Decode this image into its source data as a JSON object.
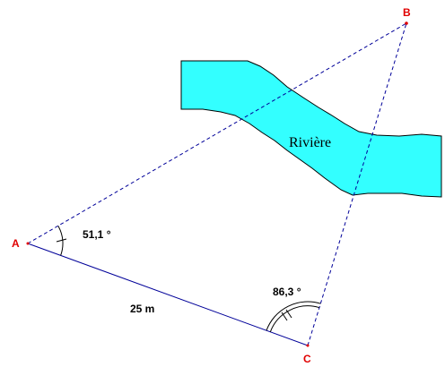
{
  "points": {
    "a": "A",
    "b": "B",
    "c": "C"
  },
  "labels": {
    "river": "Rivière",
    "angle_a": "51,1 °",
    "angle_c": "86,3 °",
    "distance_ac": "25 m"
  },
  "colors": {
    "river_fill": "#33ffff",
    "river_edge": "#000000",
    "line": "#000099",
    "point": "#e00000"
  }
}
